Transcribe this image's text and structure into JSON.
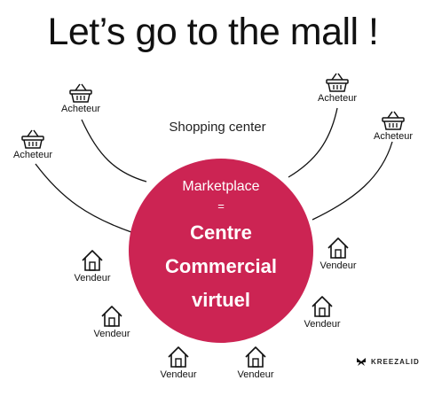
{
  "title": "Let’s go to the mall !",
  "center_label": "Shopping center",
  "hub": {
    "line1": "Marketplace",
    "line2": "=",
    "line3": "Centre",
    "line4": "Commercial",
    "line5": "virtuel",
    "color": "#cc2453"
  },
  "buyers": [
    {
      "label": "Acheteur",
      "icon": "shopping-basket-icon"
    },
    {
      "label": "Acheteur",
      "icon": "shopping-basket-icon"
    },
    {
      "label": "Acheteur",
      "icon": "shopping-basket-icon"
    },
    {
      "label": "Acheteur",
      "icon": "shopping-basket-icon"
    }
  ],
  "sellers": [
    {
      "label": "Vendeur",
      "icon": "house-icon"
    },
    {
      "label": "Vendeur",
      "icon": "house-icon"
    },
    {
      "label": "Vendeur",
      "icon": "house-icon"
    },
    {
      "label": "Vendeur",
      "icon": "house-icon"
    },
    {
      "label": "Vendeur",
      "icon": "house-icon"
    },
    {
      "label": "Vendeur",
      "icon": "house-icon"
    }
  ],
  "brand": {
    "name": "KREEZALID",
    "icon": "butterfly-icon"
  }
}
